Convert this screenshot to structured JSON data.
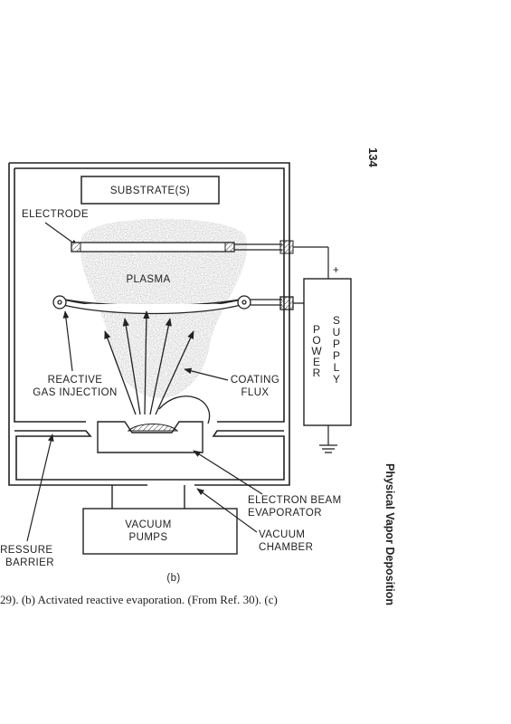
{
  "page": {
    "page_number": "134",
    "running_head": "Physical Vapor Deposition"
  },
  "figure": {
    "substrate_label": "SUBSTRATE(S)",
    "electrode_label": "ELECTRODE",
    "plasma_label": "PLASMA",
    "reactive_gas_label": [
      "REACTIVE",
      "GAS INJECTION"
    ],
    "coating_flux_label": [
      "COATING",
      "FLUX"
    ],
    "power_supply_label": {
      "left": [
        "P",
        "O",
        "W",
        "E",
        "R"
      ],
      "right": [
        "S",
        "U",
        "P",
        "P",
        "L",
        "Y"
      ]
    },
    "plus_sign": "+",
    "electron_beam_label": [
      "ELECTRON BEAM",
      "EVAPORATOR"
    ],
    "vacuum_chamber_label": [
      "VACUUM",
      "CHAMBER"
    ],
    "vacuum_pumps_label": [
      "VACUUM",
      "PUMPS"
    ],
    "pressure_barrier_label": [
      "PRESSURE",
      "BARRIER"
    ],
    "panel_label": "(b)"
  },
  "caption": "29). (b) Activated reactive evaporation. (From Ref. 30). (c)"
}
